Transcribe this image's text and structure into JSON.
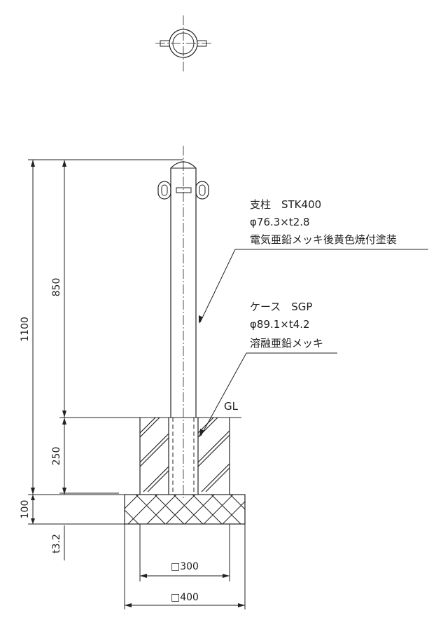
{
  "dimensions": {
    "total_height": "1100",
    "above_ground": "850",
    "embed_depth": "250",
    "base_thickness": "100",
    "plate_thickness": "t3.2",
    "inner_width": "□300",
    "outer_width": "□400"
  },
  "labels": {
    "ground_level": "GL"
  },
  "post_note": {
    "line1": "支柱　STK400",
    "line2": "φ76.3×t2.8",
    "line3": "電気亜鉛メッキ後黄色焼付塗装"
  },
  "case_note": {
    "line1": "ケース　SGP",
    "line2": "φ89.1×t4.2",
    "line3": "溶融亜鉛メッキ"
  }
}
